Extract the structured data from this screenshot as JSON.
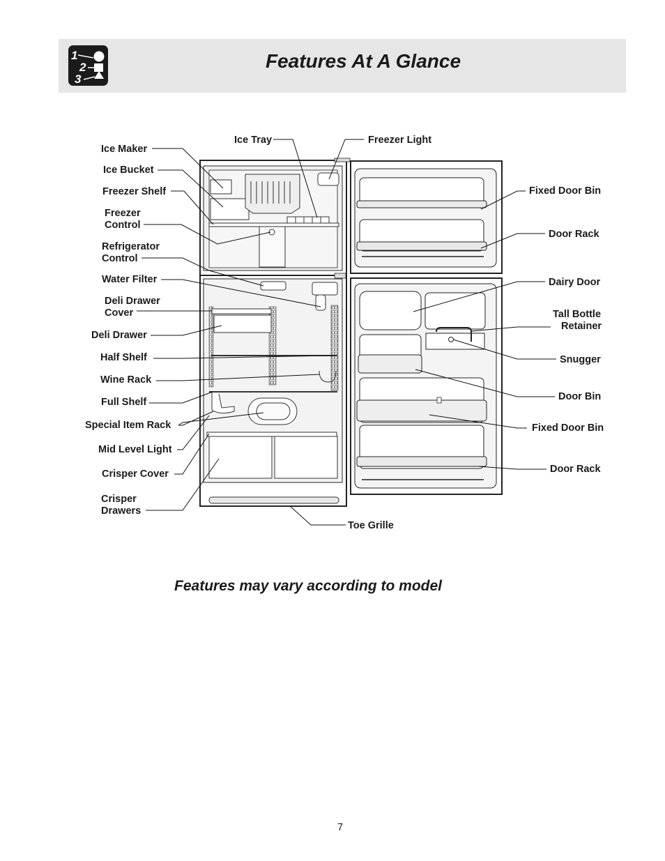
{
  "header": {
    "title": "Features At A Glance",
    "icon": "steps-1-2-3-shapes-icon"
  },
  "labels": {
    "ice_maker": "Ice Maker",
    "ice_tray": "Ice Tray",
    "freezer_light": "Freezer Light",
    "ice_bucket": "Ice Bucket",
    "freezer_shelf": "Freezer Shelf",
    "freezer_control": [
      "Freezer",
      "Control"
    ],
    "refrigerator_control": [
      "Refrigerator",
      "Control"
    ],
    "water_filter": "Water Filter",
    "deli_drawer_cover": [
      "Deli Drawer",
      "Cover"
    ],
    "deli_drawer": "Deli Drawer",
    "half_shelf": "Half Shelf",
    "wine_rack": "Wine Rack",
    "full_shelf": "Full Shelf",
    "special_item_rack": "Special Item Rack",
    "mid_level_light": "Mid Level Light",
    "crisper_cover": "Crisper Cover",
    "crisper_drawers": [
      "Crisper",
      "Drawers"
    ],
    "toe_grille": "Toe Grille",
    "fixed_door_bin_top": "Fixed Door Bin",
    "door_rack_top": "Door Rack",
    "dairy_door": "Dairy Door",
    "tall_bottle_retainer": [
      "Tall Bottle",
      "Retainer"
    ],
    "snugger": "Snugger",
    "door_bin": "Door Bin",
    "fixed_door_bin_bottom": "Fixed Door Bin",
    "door_rack_bottom": "Door Rack"
  },
  "footnote": "Features may vary according to model",
  "page_number": "7"
}
